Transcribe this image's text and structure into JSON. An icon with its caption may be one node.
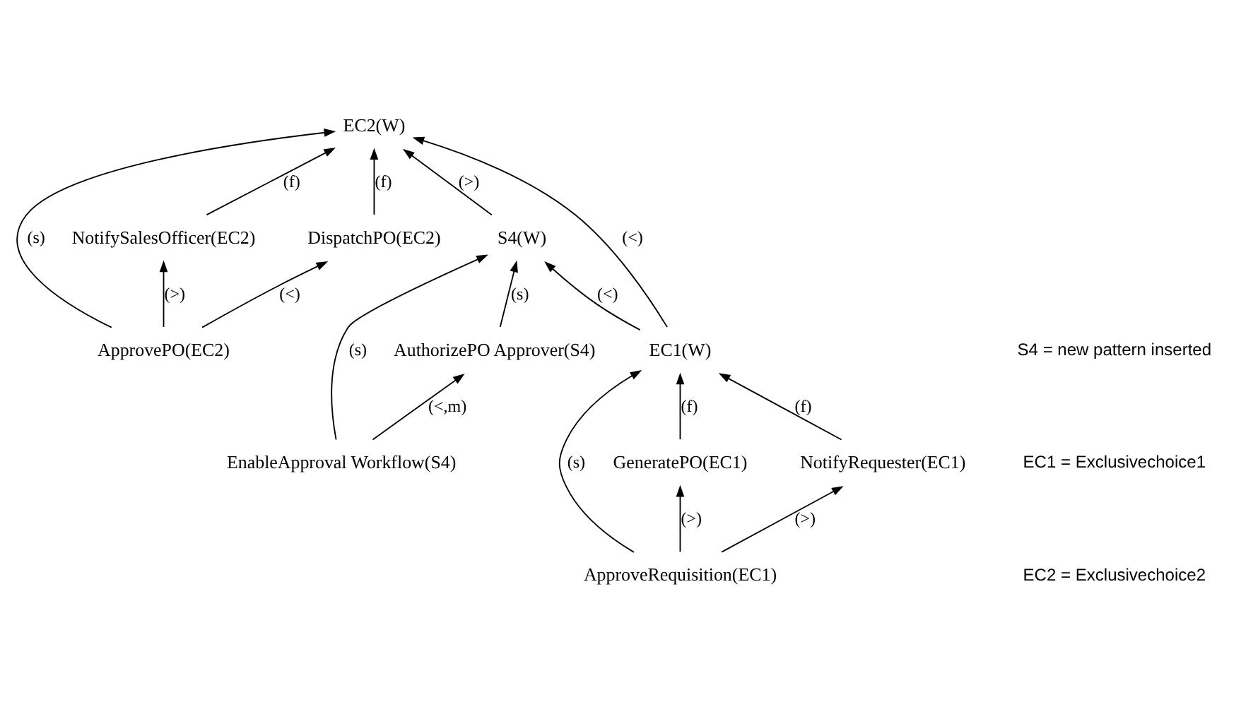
{
  "diagram": {
    "nodes": [
      {
        "text": [
          "EC1(W)"
        ]
      },
      {
        "text": [
          "ApproveRequisition(EC1)"
        ]
      },
      {
        "text": [
          "GeneratePO(EC1)"
        ]
      },
      {
        "text": [
          "NotifyRequester(EC1)"
        ]
      },
      {
        "text": [
          "S4(W)"
        ]
      },
      {
        "text": [
          "EnableApproval Workflow(S4)"
        ]
      },
      {
        "text": [
          "AuthorizePO Approver(S4)"
        ]
      },
      {
        "text": [
          "EC2(W)"
        ]
      },
      {
        "text": [
          "ApprovePO(EC2)"
        ]
      },
      {
        "text": [
          "NotifySalesOfficer(EC2)"
        ]
      },
      {
        "text": [
          "DispatchPO(EC2)"
        ]
      }
    ],
    "edges": [
      {
        "from": 2,
        "to": 0,
        "arrow": "to",
        "label": "(f)"
      },
      {
        "from": 1,
        "to": 0,
        "arrow": "to",
        "label": "(s)"
      },
      {
        "from": 3,
        "to": 0,
        "arrow": "to",
        "label": "(f)"
      },
      {
        "from": 1,
        "to": 2,
        "arrow": "to",
        "label": "(>)"
      },
      {
        "from": 1,
        "to": 3,
        "arrow": "to",
        "label": "(>)"
      },
      {
        "from": 0,
        "to": 4,
        "arrow": "to",
        "label": "(<)"
      },
      {
        "from": 0,
        "to": 7,
        "arrow": "to",
        "label": "(<)"
      },
      {
        "from": 4,
        "to": 7,
        "arrow": "to",
        "label": "(>)"
      },
      {
        "from": 5,
        "to": 4,
        "arrow": "to",
        "label": "(s)"
      },
      {
        "from": 6,
        "to": 4,
        "arrow": "to",
        "label": "(s)"
      },
      {
        "from": 5,
        "to": 6,
        "arrow": "to",
        "label": "(<,m)"
      },
      {
        "from": 9,
        "to": 7,
        "arrow": "to",
        "label": "(f)"
      },
      {
        "from": 8,
        "to": 7,
        "arrow": "to",
        "label": "(s)"
      },
      {
        "from": 10,
        "to": 7,
        "arrow": "to",
        "label": "(f)"
      },
      {
        "from": 8,
        "to": 9,
        "arrow": "to",
        "label": "(>)"
      },
      {
        "from": 8,
        "to": 10,
        "arrow": "to",
        "label": "(<)"
      }
    ],
    "labels": [
      "S4 = new pattern inserted",
      "EC1 = Exclusivechoice1",
      "EC2 = Exclusivechoice2"
    ]
  }
}
